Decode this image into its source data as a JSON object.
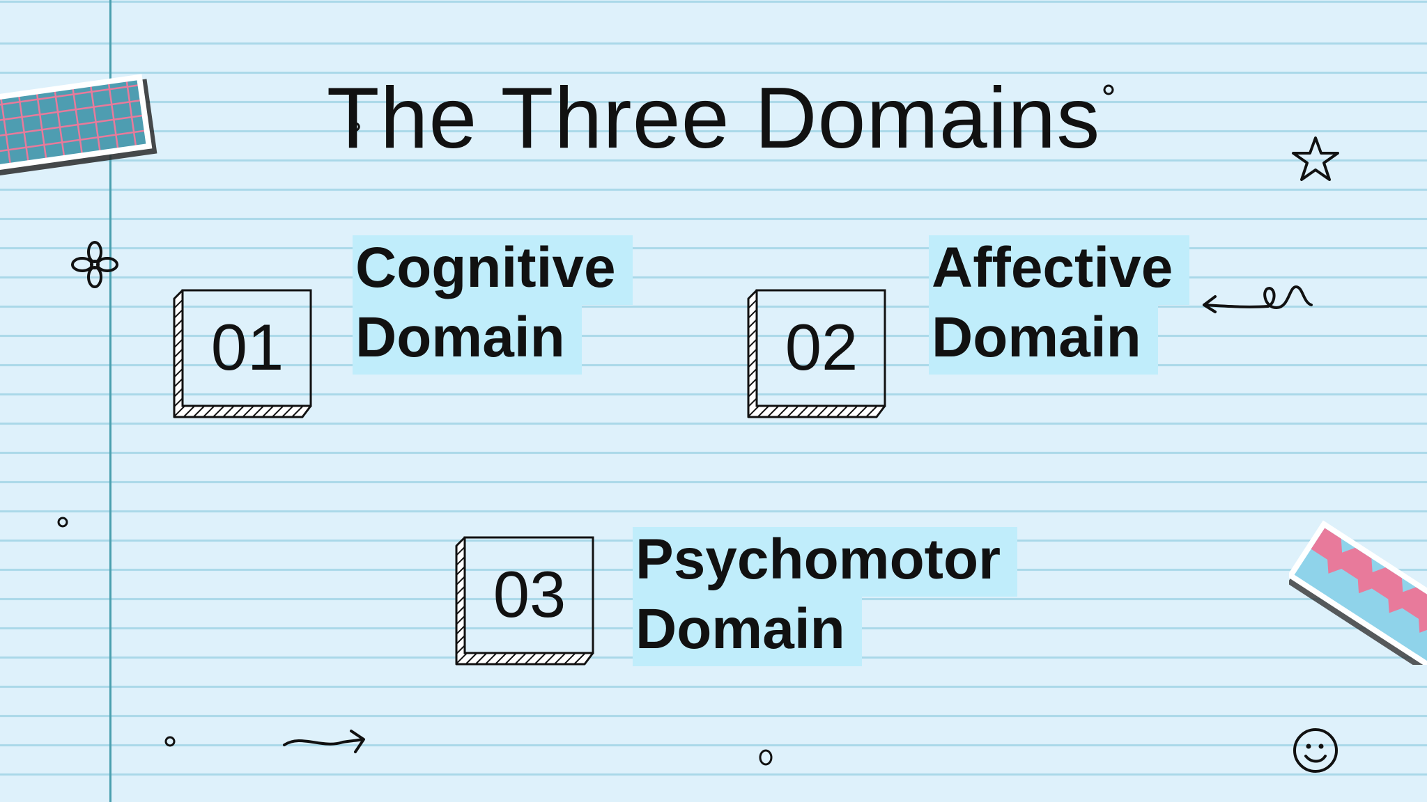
{
  "title": "The Three Domains",
  "domains": [
    {
      "number": "01",
      "label_line1": "Cognitive",
      "label_line2": "Domain"
    },
    {
      "number": "02",
      "label_line1": "Affective",
      "label_line2": "Domain"
    },
    {
      "number": "03",
      "label_line1": "Psychomotor",
      "label_line2": "Domain"
    }
  ],
  "decorations": [
    "washi-tape-grid",
    "washi-tape-zigzag",
    "flower-icon",
    "star-icon",
    "arrow-doodle-icon",
    "loop-arrow-icon",
    "smiley-icon"
  ],
  "colors": {
    "paper": "#def1fb",
    "rule_line": "#a9d8e8",
    "margin_line": "#4a9fae",
    "highlight": "#c0edfb",
    "tape_teal": "#4e9db1",
    "tape_pink": "#e87a9b"
  }
}
